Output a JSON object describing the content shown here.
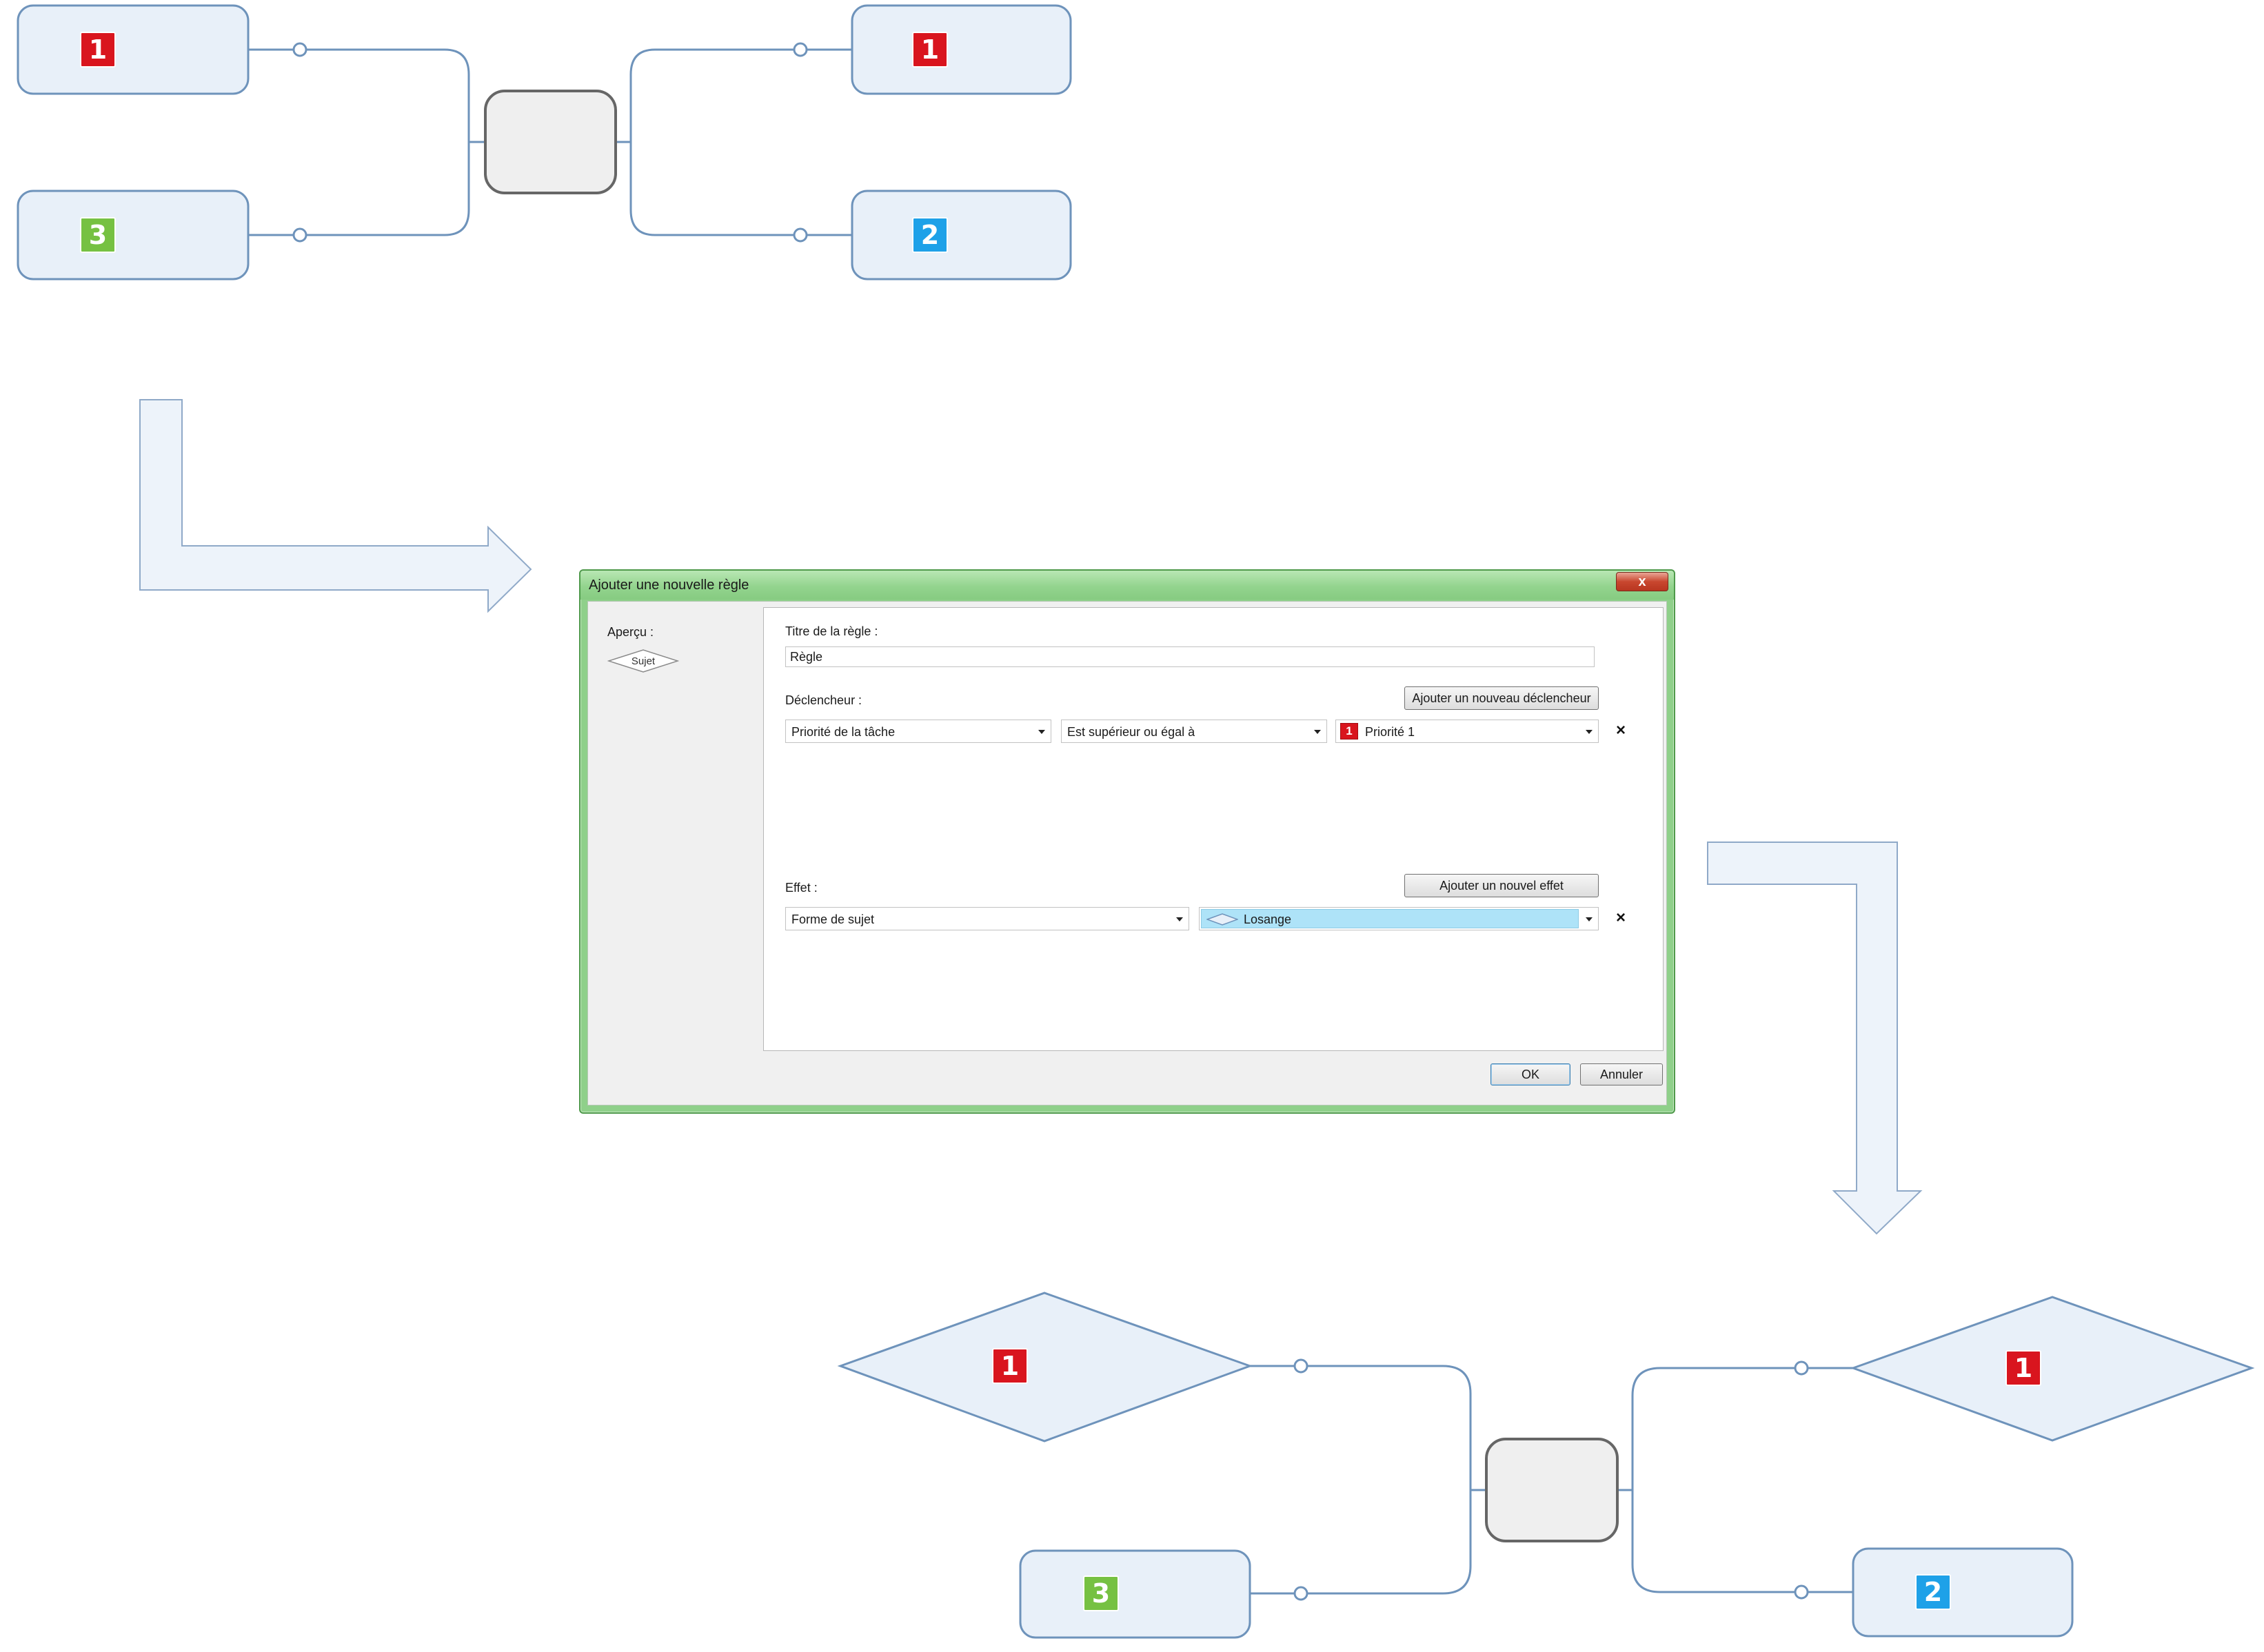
{
  "colors": {
    "p1": "#d9151e",
    "p2": "#1ea1e8",
    "p3": "#76c142",
    "node_fill": "#e8f0f9",
    "node_stroke": "#6e93bb",
    "connector": "#6e93bb",
    "central_fill": "#efefef",
    "central_stroke": "#666666",
    "arrow_fill": "#edf3fa",
    "arrow_stroke": "#8fa9c8",
    "dialog_frame": "#8fd08a"
  },
  "map_before": {
    "topics": [
      {
        "priority": 1,
        "label": "1",
        "side": "left"
      },
      {
        "priority": 3,
        "label": "3",
        "side": "left"
      },
      {
        "priority": 1,
        "label": "1",
        "side": "right"
      },
      {
        "priority": 2,
        "label": "2",
        "side": "right"
      }
    ]
  },
  "map_after": {
    "topics": [
      {
        "priority": 1,
        "label": "1",
        "side": "left",
        "shape": "diamond"
      },
      {
        "priority": 3,
        "label": "3",
        "side": "left",
        "shape": "rounded-rect"
      },
      {
        "priority": 1,
        "label": "1",
        "side": "right",
        "shape": "diamond"
      },
      {
        "priority": 2,
        "label": "2",
        "side": "right",
        "shape": "rounded-rect"
      }
    ]
  },
  "dialog": {
    "title": "Ajouter une nouvelle règle",
    "close_glyph": "x",
    "preview_label": "Aperçu :",
    "preview_shape_text": "Sujet",
    "rule_title_label": "Titre de la règle :",
    "rule_title_value": "Règle",
    "trigger_label": "Déclencheur :",
    "add_trigger_button": "Ajouter un nouveau déclencheur",
    "trigger": {
      "field": "Priorité de la tâche",
      "operator": "Est supérieur ou égal à",
      "value": "Priorité 1",
      "value_badge": "1"
    },
    "remove_glyph": "×",
    "effect_label": "Effet :",
    "add_effect_button": "Ajouter un nouvel effet",
    "effect": {
      "property": "Forme de sujet",
      "value": "Losange"
    },
    "ok_button": "OK",
    "cancel_button": "Annuler"
  }
}
